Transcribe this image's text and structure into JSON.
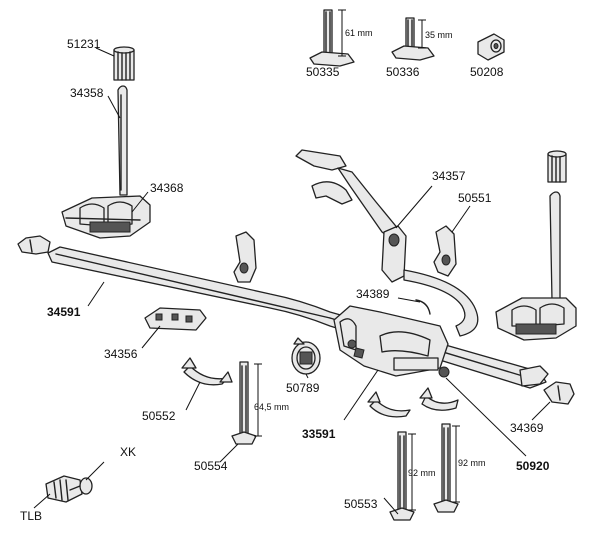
{
  "part_labels": {
    "p51231": "51231",
    "p34358": "34358",
    "p34368": "34368",
    "p34591": "34591",
    "p34356": "34356",
    "p50552": "50552",
    "p50554": "50554",
    "p50335": "50335",
    "p50336": "50336",
    "p50208": "50208",
    "p34357": "34357",
    "p50551": "50551",
    "p34389": "34389",
    "p50789": "50789",
    "p33591": "33591",
    "p50920": "50920",
    "p34369": "34369",
    "p50553": "50553",
    "xk": "XK",
    "tlb": "TLB"
  },
  "dimensions": {
    "d61": "61 mm",
    "d35": "35 mm",
    "d645": "64,5 mm",
    "d92a": "92 mm",
    "d92b": "92 mm"
  }
}
